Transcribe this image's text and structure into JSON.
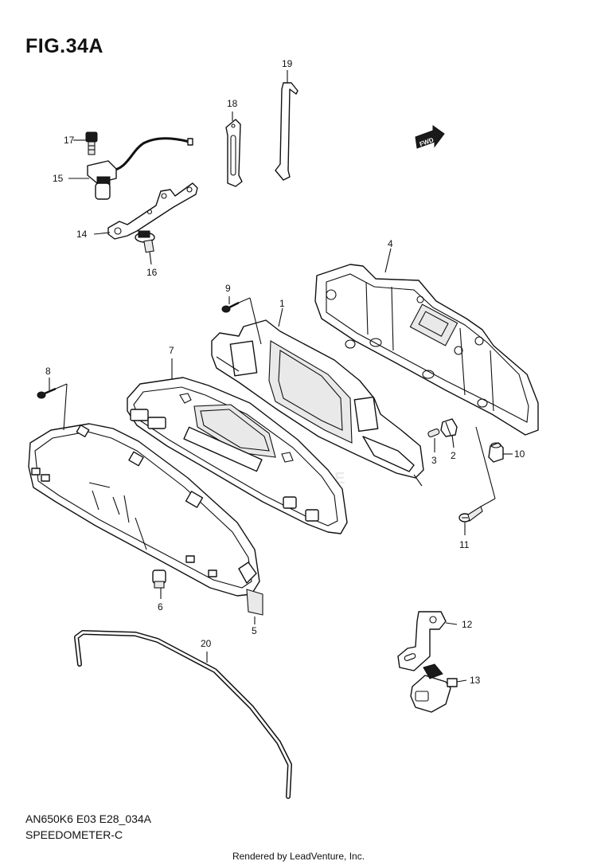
{
  "figure": {
    "title": "FIG.34A",
    "model_code": "AN650K6 E03 E28_034A",
    "section_name": "SPEEDOMETER-C",
    "credit": "Rendered by LeadVenture, Inc.",
    "watermark": "VENTURE",
    "fwd_label": "FWD"
  },
  "callouts": [
    {
      "id": "1",
      "label": "1"
    },
    {
      "id": "2",
      "label": "2"
    },
    {
      "id": "3",
      "label": "3"
    },
    {
      "id": "4",
      "label": "4"
    },
    {
      "id": "5",
      "label": "5"
    },
    {
      "id": "6",
      "label": "6"
    },
    {
      "id": "7",
      "label": "7"
    },
    {
      "id": "8",
      "label": "8"
    },
    {
      "id": "9",
      "label": "9"
    },
    {
      "id": "10",
      "label": "10"
    },
    {
      "id": "11",
      "label": "11"
    },
    {
      "id": "12",
      "label": "12"
    },
    {
      "id": "13",
      "label": "13"
    },
    {
      "id": "14",
      "label": "14"
    },
    {
      "id": "15",
      "label": "15"
    },
    {
      "id": "16",
      "label": "16"
    },
    {
      "id": "17",
      "label": "17"
    },
    {
      "id": "18",
      "label": "18"
    },
    {
      "id": "19",
      "label": "19"
    },
    {
      "id": "20",
      "label": "20"
    }
  ]
}
